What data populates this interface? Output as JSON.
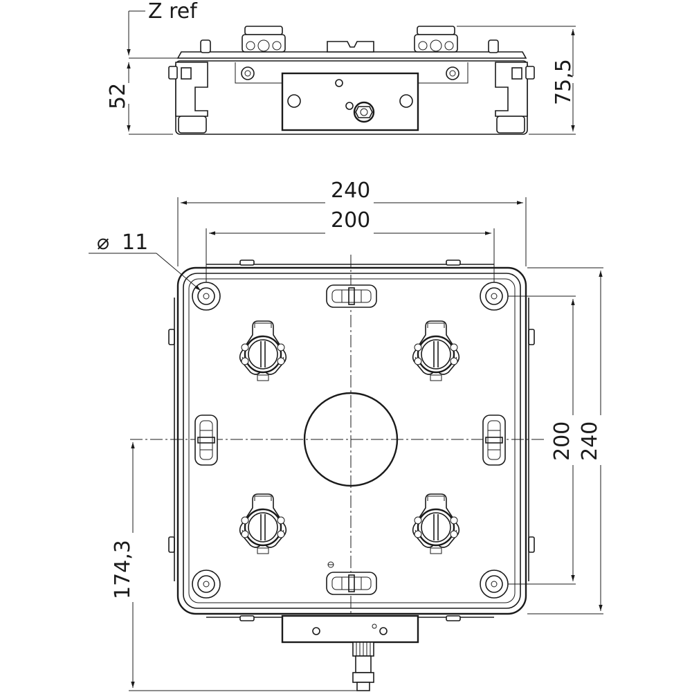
{
  "labels": {
    "z_ref": "Z ref",
    "height_base": "52",
    "height_total": "75,5",
    "width_outer": "240",
    "width_holes": "200",
    "hole_diameter": "11",
    "diameter_symbol": "⌀",
    "height_outer": "240",
    "height_holes": "200",
    "offset_bottom": "174,3"
  }
}
